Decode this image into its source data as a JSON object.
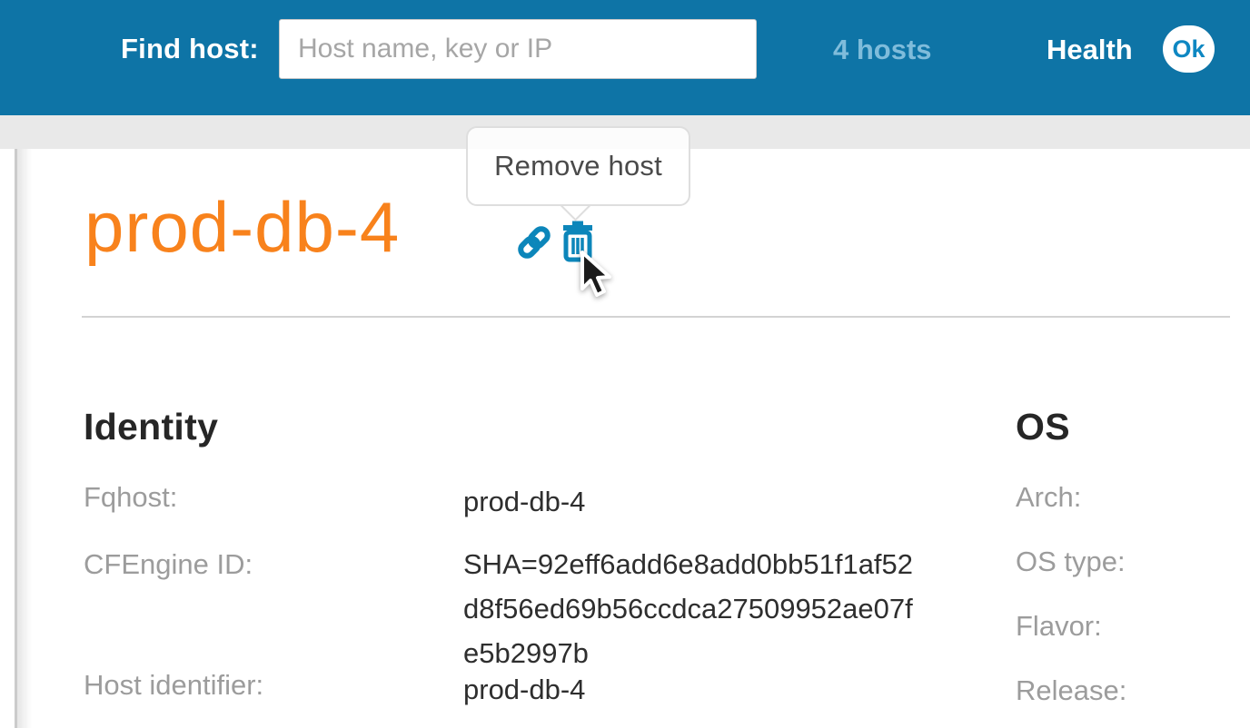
{
  "header": {
    "find_host_label": "Find host:",
    "search_placeholder": "Host name, key or IP",
    "search_value": "",
    "hosts_count_link": "4 hosts",
    "health_label": "Health",
    "health_status": "Ok"
  },
  "tooltip": {
    "text": "Remove host"
  },
  "host": {
    "title": "prod-db-4",
    "icons": {
      "link": "link-icon",
      "remove": "trash-icon"
    }
  },
  "sections": {
    "identity": {
      "heading": "Identity",
      "rows": [
        {
          "label": "Fqhost:",
          "value": "prod-db-4"
        },
        {
          "label": "CFEngine ID:",
          "value": "SHA=92eff6add6e8add0bb51f1af52d8f56ed69b56ccdca27509952ae07fe5b2997b"
        },
        {
          "label": "Host identifier:",
          "value": "prod-db-4"
        }
      ]
    },
    "os": {
      "heading": "OS",
      "rows": [
        {
          "label": "Arch:",
          "value": ""
        },
        {
          "label": "OS type:",
          "value": ""
        },
        {
          "label": "Flavor:",
          "value": ""
        },
        {
          "label": "Release:",
          "value": ""
        }
      ]
    }
  },
  "colors": {
    "header_bg": "#0e74a6",
    "accent_orange": "#f8821c",
    "icon_blue": "#0c86ba",
    "hosts_link_blue": "#7fbcdb",
    "strip_gray": "#e9e9e9"
  }
}
